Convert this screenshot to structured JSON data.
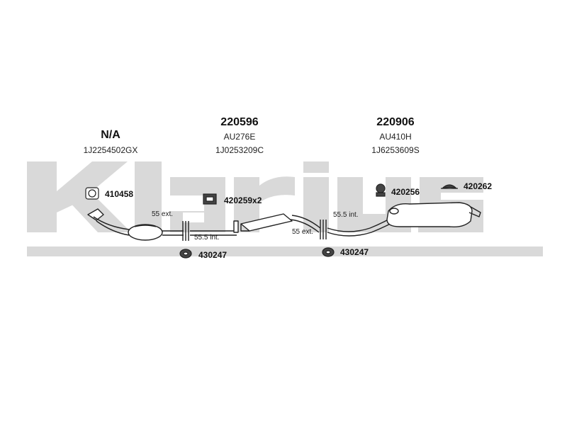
{
  "watermark": {
    "brand": "Klarius"
  },
  "sections": [
    {
      "part_no": "N/A",
      "code": "",
      "oe_ref": "1J2254502GX"
    },
    {
      "part_no": "220596",
      "code": "AU276E",
      "oe_ref": "1J0253209C"
    },
    {
      "part_no": "220906",
      "code": "AU410H",
      "oe_ref": "1J6253609S"
    }
  ],
  "fittings": {
    "f410458": "410458",
    "f420259": "420259x2",
    "f420256": "420256",
    "f420262": "420262",
    "f430247_left": "430247",
    "f430247_right": "430247"
  },
  "pipe_notes": {
    "left_ext": "55 ext.",
    "left_int": "55.5 int.",
    "right_int": "55.5 int.",
    "right_ext": "55 ext."
  },
  "colors": {
    "watermark": "#d9d9d9",
    "line": "#222222"
  }
}
